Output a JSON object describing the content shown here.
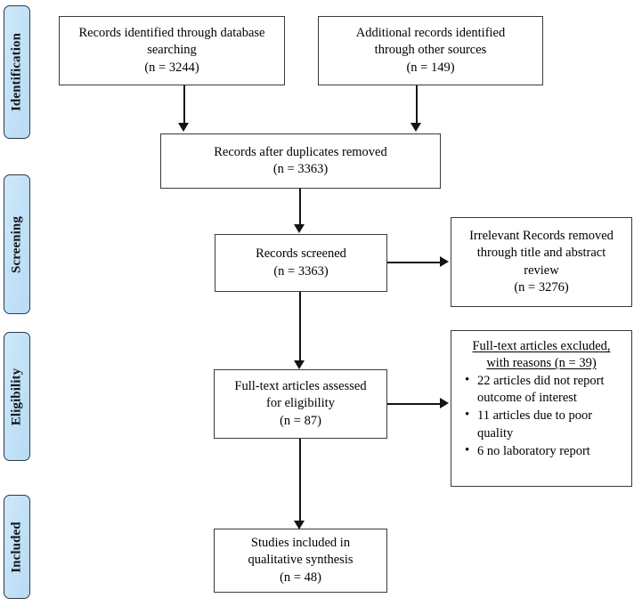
{
  "diagram": {
    "title": "PRISMA study selection flow diagram",
    "type": "flowchart",
    "accent_color": "#c3e2f7",
    "line_color": "#141414",
    "box_border_color": "#3a3a3a"
  },
  "stages": [
    {
      "label": "Identification"
    },
    {
      "label": "Screening"
    },
    {
      "label": "Eligibility"
    },
    {
      "label": "Included"
    }
  ],
  "boxes": {
    "db_search": {
      "line1": "Records identified through database",
      "line2": "searching",
      "line3": "(n = 3244)",
      "count": 3244
    },
    "other_sources": {
      "line1": "Additional records identified",
      "line2": "through other sources",
      "line3": "(n = 149)",
      "count": 149
    },
    "duplicates_removed": {
      "line1": "Records after duplicates removed",
      "line2": "(n = 3363)",
      "count": 3363
    },
    "records_screened": {
      "line1": "Records screened",
      "line2": "(n = 3363)",
      "count": 3363
    },
    "records_excluded": {
      "line1": "Irrelevant Records removed",
      "line2": "through title and abstract",
      "line3": "review",
      "line4": "(n = 3276)",
      "count": 3276
    },
    "fulltext_assessed": {
      "line1": "Full-text articles assessed",
      "line2": "for eligibility",
      "line3": "(n = 87)",
      "count": 87
    },
    "fulltext_excluded": {
      "head_line1": "Full-text articles excluded,",
      "head_line2": "with reasons (n = 39)",
      "count": 39,
      "reasons": [
        "22 articles did not report outcome of interest",
        "11 articles due to poor quality",
        "6 no laboratory report"
      ]
    },
    "studies_included": {
      "line1": "Studies included in",
      "line2": "qualitative synthesis",
      "line3": "(n = 48)",
      "count": 48
    }
  }
}
